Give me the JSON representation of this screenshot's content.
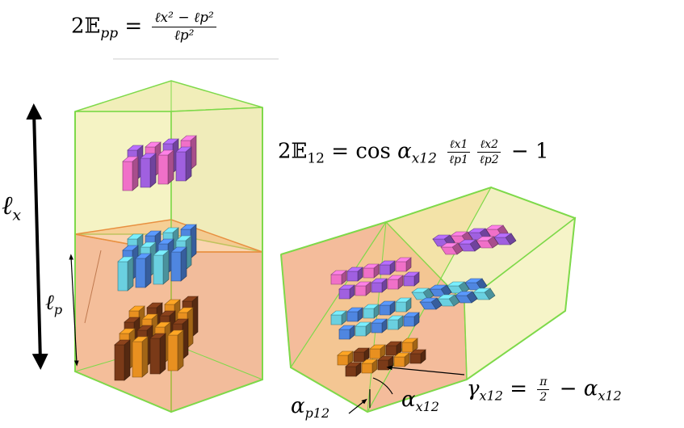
{
  "formula_top": {
    "lhs": "2𝔼",
    "lhs_sub": "pp",
    "eq": "=",
    "num": "ℓx² − ℓp²",
    "den": "ℓp²"
  },
  "formula_right": {
    "lhs": "2𝔼",
    "lhs_sub": "12",
    "eq": "=",
    "cos": "cos",
    "alpha": "α",
    "alpha_sub": "x12",
    "f1_num": "ℓx1",
    "f1_den": "ℓp1",
    "f2_num": "ℓx2",
    "f2_den": "ℓp2",
    "tail": "− 1"
  },
  "labels": {
    "lx": "ℓ",
    "lx_sub": "x",
    "lp": "ℓ",
    "lp_sub": "p",
    "gamma": "γ",
    "gamma_sub": "x12",
    "gamma_eq": "=",
    "gamma_frac_num": "π",
    "gamma_frac_den": "2",
    "gamma_tail": "− α",
    "gamma_tail_sub": "x12",
    "alpha_x": "α",
    "alpha_x_sub": "x12",
    "alpha_p": "α",
    "alpha_p_sub": "p12"
  },
  "colors": {
    "box_edge": "#7ed94a",
    "upper_fill": "#f2efb0",
    "lower_fill": "#f0a878",
    "purple": "#a060e0",
    "pink": "#f070c8",
    "cyan": "#6ad0e0",
    "blue": "#4f86e0",
    "orange": "#e89020",
    "brown": "#7a3a18"
  }
}
